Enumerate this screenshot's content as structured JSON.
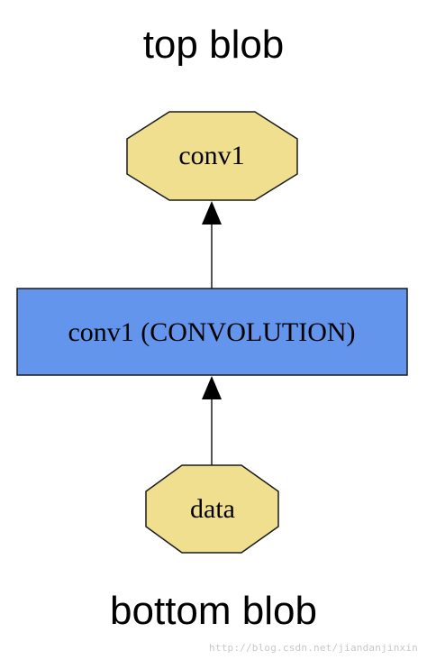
{
  "captions": {
    "top": "top blob",
    "bottom": "bottom blob"
  },
  "nodes": {
    "top_blob": {
      "label": "conv1",
      "shape": "octagon"
    },
    "layer": {
      "label": "conv1 (CONVOLUTION)",
      "shape": "box"
    },
    "bottom_blob": {
      "label": "data",
      "shape": "octagon"
    }
  },
  "edges": [
    {
      "from": "data",
      "to": "conv1 (CONVOLUTION)",
      "arrow-icon": "arrow-up-icon"
    },
    {
      "from": "conv1 (CONVOLUTION)",
      "to": "conv1",
      "arrow-icon": "arrow-up-icon"
    }
  ],
  "colors": {
    "blob_fill": "#EFDF8F",
    "layer_fill": "#6495ED",
    "stroke": "#1a1a1a",
    "text": "#000000"
  },
  "watermark": "http://blog.csdn.net/jiandanjinxin"
}
